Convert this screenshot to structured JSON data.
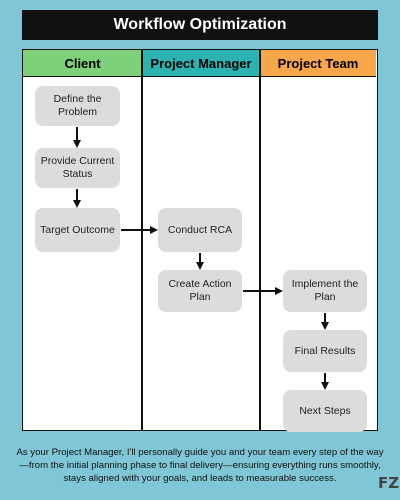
{
  "title": "Workflow Optimization",
  "lanes": [
    {
      "label": "Client",
      "color": "#7ed07a"
    },
    {
      "label": "Project Manager",
      "color": "#2bb3b1"
    },
    {
      "label": "Project Team",
      "color": "#f7a64a"
    }
  ],
  "nodes": {
    "define": "Define the\nProblem",
    "status": "Provide Current\nStatus",
    "target": "Target Outcome",
    "rca": "Conduct RCA",
    "action": "Create Action\nPlan",
    "implement": "Implement the\nPlan",
    "final": "Final Results",
    "next": "Next Steps"
  },
  "footer": "As your Project Manager, I'll personally guide you and your team every step of the way—from the initial planning phase to final delivery—ensuring everything runs smoothly, stays aligned with your goals, and leads to measurable success.",
  "logo_text": "FZ",
  "colors": {
    "background": "#7fc6d6",
    "node": "#dcdcdc",
    "title_bar": "#111111"
  }
}
